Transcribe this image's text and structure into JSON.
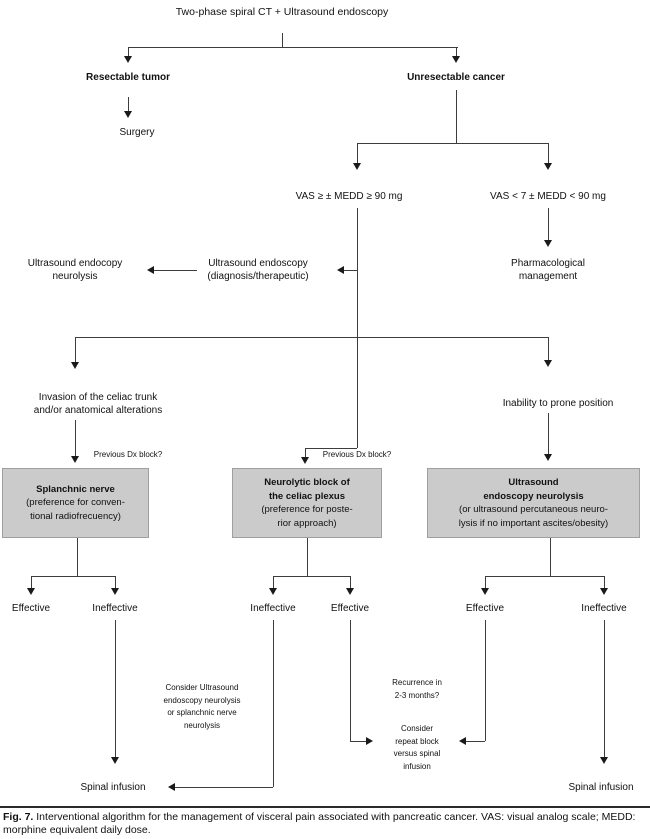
{
  "title": "Two-phase spiral CT + Ultrasound endoscopy",
  "colors": {
    "background": "#ffffff",
    "line": "#3d3d3d",
    "box_fill": "#cbcbcb",
    "box_border": "#9f9f9f",
    "text": "#111111"
  },
  "nodes": {
    "resectable": "Resectable tumor",
    "surgery": "Surgery",
    "unresectable": "Unresectable cancer",
    "vas_high": "VAS ≥ ± MEDD ≥ 90 mg",
    "vas_low": "VAS < 7 ± MEDD < 90 mg",
    "us_neurolysis": [
      "Ultrasound endocopy",
      "neurolysis"
    ],
    "us_diagnostic": [
      "Ultrasound endoscopy",
      "(diagnosis/therapeutic)"
    ],
    "pharmacological": [
      "Pharmacological",
      "management"
    ],
    "invasion": [
      "Invasion of the celiac trunk",
      "and/or anatomical alterations"
    ],
    "inability": "Inability to prone position",
    "previous_dx": "Previous Dx block?",
    "effective": "Effective",
    "ineffective": "Ineffective",
    "spinal_infusion": "Spinal infusion"
  },
  "boxes": {
    "splanchnic": {
      "lines": [
        "Splanchnic nerve",
        "(preference for conven-",
        "tional radiofrecuency)"
      ]
    },
    "neurolytic": {
      "lines": [
        "Neurolytic block of",
        "the celiac plexus",
        "(preference for poste-",
        "rior approach)"
      ]
    },
    "us_endoscopy": {
      "lines": [
        "Ultrasound",
        "endoscopy neurolysis",
        "(or ultrasound percutaneous neuro-",
        "lysis if no important ascites/obesity)"
      ]
    }
  },
  "annotations": {
    "consider_us": [
      "Consider Ultrasound",
      "endoscopy neurolysis",
      "or splanchnic nerve",
      "neurolysis"
    ],
    "recurrence": [
      "Recurrence in",
      "2-3 months?"
    ],
    "consider_repeat": [
      "Consider",
      "repeat block",
      "versus spinal",
      "infusion"
    ]
  },
  "caption": {
    "label": "Fig. 7.",
    "text": "Interventional algorithm for the management of visceral pain associated with pancreatic cancer. VAS: visual analog scale; MEDD: morphine equivalent daily dose."
  }
}
